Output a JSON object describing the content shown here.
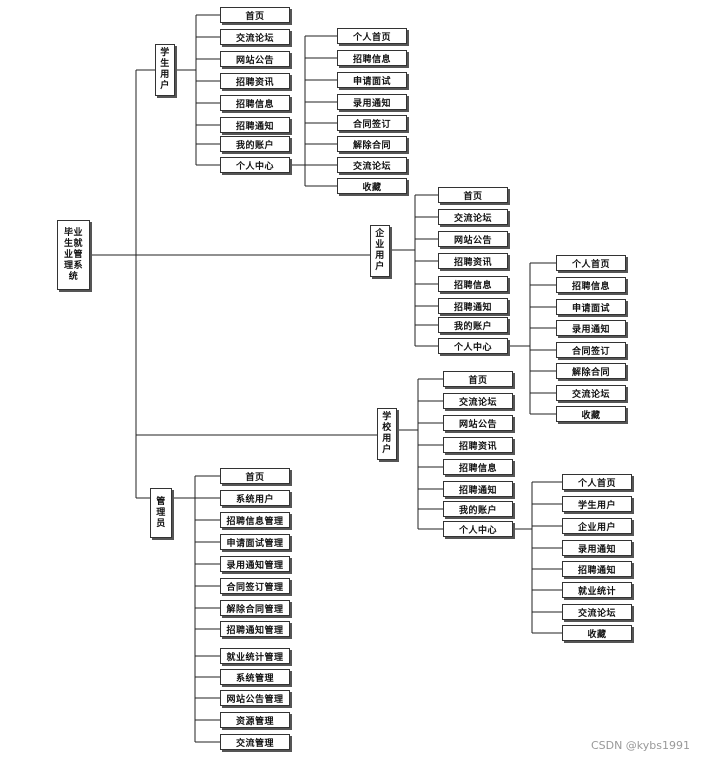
{
  "root": "毕业生就业管理系统",
  "roles": {
    "student": {
      "label": "学生用户",
      "items": [
        "首页",
        "交流论坛",
        "网站公告",
        "招聘资讯",
        "招聘信息",
        "招聘通知",
        "我的账户",
        "个人中心"
      ],
      "center": [
        "个人首页",
        "招聘信息",
        "申请面试",
        "录用通知",
        "合同签订",
        "解除合同",
        "交流论坛",
        "收藏"
      ]
    },
    "enterprise": {
      "label": "企业用户",
      "items": [
        "首页",
        "交流论坛",
        "网站公告",
        "招聘资讯",
        "招聘信息",
        "招聘通知",
        "我的账户",
        "个人中心"
      ],
      "center": [
        "个人首页",
        "招聘信息",
        "申请面试",
        "录用通知",
        "合同签订",
        "解除合同",
        "交流论坛",
        "收藏"
      ]
    },
    "school": {
      "label": "学校用户",
      "items": [
        "首页",
        "交流论坛",
        "网站公告",
        "招聘资讯",
        "招聘信息",
        "招聘通知",
        "我的账户",
        "个人中心"
      ],
      "center": [
        "个人首页",
        "学生用户",
        "企业用户",
        "录用通知",
        "招聘通知",
        "就业统计",
        "交流论坛",
        "收藏"
      ]
    },
    "admin": {
      "label": "管理员",
      "items": [
        "首页",
        "系统用户",
        "招聘信息管理",
        "申请面试管理",
        "录用通知管理",
        "合同签订管理",
        "解除合同管理",
        "招聘通知管理",
        "就业统计管理",
        "系统管理",
        "网站公告管理",
        "资源管理",
        "交流管理"
      ]
    }
  },
  "watermark": "CSDN @kybs1991"
}
